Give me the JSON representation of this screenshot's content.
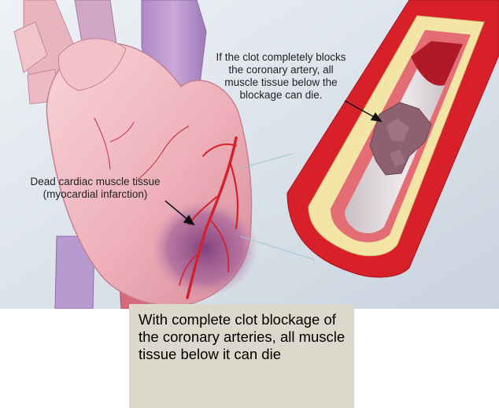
{
  "illustration": {
    "callout_clot": "If the clot completely blocks the coronary artery, all muscle tissue below the blockage can die.",
    "callout_dead_tissue": "Dead cardiac muscle tissue (myocardial infarction)"
  },
  "caption": {
    "text": "With complete clot blockage of the coronary arteries, all muscle tissue below it can die"
  },
  "colors": {
    "heart": "#f0b8bf",
    "artery_wall": "#d8202a",
    "plaque": "#f3e5a6",
    "clot": "#8e6170",
    "dead_tissue": "#8a4a86",
    "caption_bg": "#ddd8cc"
  }
}
